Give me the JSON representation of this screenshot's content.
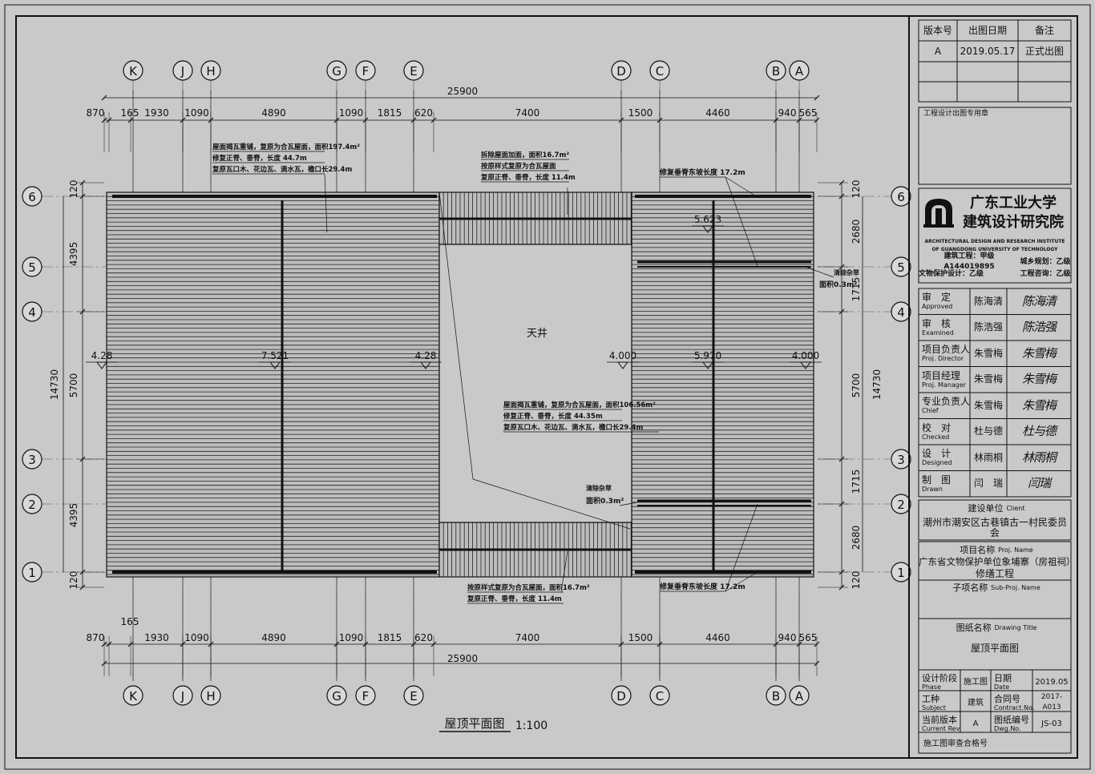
{
  "drawing": {
    "title": "屋顶平面图",
    "scale": "1:100",
    "courtyard_label": "天井",
    "axes_vertical": [
      "K",
      "J",
      "H",
      "G",
      "F",
      "E",
      "D",
      "C",
      "B",
      "A"
    ],
    "axes_horizontal": [
      "6",
      "5",
      "4",
      "3",
      "2",
      "1"
    ],
    "overall_width": "25900",
    "overall_depth": "14730",
    "dims_top": [
      "870",
      "165",
      "1930",
      "1090",
      "4890",
      "1090",
      "1815",
      "620",
      "7400",
      "1500",
      "4460",
      "940",
      "565"
    ],
    "dims_bottom": [
      "870",
      "165",
      "1930",
      "1090",
      "4890",
      "1090",
      "1815",
      "620",
      "7400",
      "1500",
      "4460",
      "940",
      "565"
    ],
    "dims_left": [
      "120",
      "4395",
      "5700",
      "4395",
      "120"
    ],
    "dims_right": [
      "120",
      "2680",
      "1715",
      "5700",
      "1715",
      "2680",
      "120"
    ],
    "elevations": [
      "4.28",
      "7.521",
      "4.28",
      "4.000",
      "5.970",
      "4.000",
      "5.623"
    ],
    "notes": {
      "left_roof": [
        "屋面揭瓦重铺，复原为合瓦屋面，面积197.4m²",
        "修复正脊、垂脊，长度 44.7m",
        "复原瓦口木、花边瓦、滴水瓦，檐口长29.4m"
      ],
      "top_corridor": [
        "拆除屋面加面，面积16.7m²",
        "按原样式复原为合瓦屋面",
        "复原正脊、垂脊，长度 11.4m"
      ],
      "right_roof": [
        "屋面揭瓦重铺，复原为合瓦屋面，面积106.56m²",
        "修复正脊、垂脊，长度 44.35m",
        "复原瓦口木、花边瓦、滴水瓦，檐口长29.4m"
      ],
      "bottom_corridor": [
        "按原样式复原为合瓦屋面，面积16.7m²",
        "复原正脊、垂脊，长度 11.4m"
      ],
      "ridge_top": "修复垂脊东坡长度 17.2m",
      "ridge_bottom": "修复垂脊东坡长度 17.2m",
      "drain_top": [
        "清除杂草",
        "面积0.3m²"
      ],
      "drain_bottom": [
        "清除杂草",
        "面积0.3m²"
      ]
    }
  },
  "title_block": {
    "revision_headers": [
      "版本号",
      "出图日期",
      "备注"
    ],
    "revision_row": [
      "A",
      "2019.05.17",
      "正式出图"
    ],
    "stamp_label": "工程设计出图专用章",
    "institute_cn_1": "广东工业大学",
    "institute_cn_2": "建筑设计研究院",
    "institute_en_1": "ARCHITECTURAL DESIGN AND RESEARCH  INSTITUTE",
    "institute_en_2": "OF GUANGDONG UNIVERSITY OF TECHNOLOGY",
    "qual_1a": "建筑工程：甲级A144019895",
    "qual_1b": "城乡规划：乙级",
    "qual_2a": "文物保护设计：乙级",
    "qual_2b": "工程咨询：乙级",
    "signers": [
      {
        "cn": "审　定",
        "en": "Approved",
        "name": "陈海清",
        "sig": "陈海清"
      },
      {
        "cn": "审　核",
        "en": "Examined",
        "name": "陈浩强",
        "sig": "陈浩强"
      },
      {
        "cn": "项目负责人",
        "en": "Proj. Director",
        "name": "朱雪梅",
        "sig": "朱雪梅"
      },
      {
        "cn": "项目经理",
        "en": "Proj. Manager",
        "name": "朱雪梅",
        "sig": "朱雪梅"
      },
      {
        "cn": "专业负责人",
        "en": "Chief",
        "name": "朱雪梅",
        "sig": "朱雪梅"
      },
      {
        "cn": "校　对",
        "en": "Checked",
        "name": "杜与德",
        "sig": "杜与德"
      },
      {
        "cn": "设　计",
        "en": "Designed",
        "name": "林雨桐",
        "sig": "林雨桐"
      },
      {
        "cn": "制　图",
        "en": "Drawn",
        "name": "闫　瑞",
        "sig": "闫瑞"
      }
    ],
    "client_label_cn": "建设单位",
    "client_label_en": "Client",
    "client_value": "潮州市潮安区古巷镇古一村民委员会",
    "project_label_cn": "项目名称",
    "project_label_en": "Proj. Name",
    "project_value_1": "广东省文物保护单位象埔寨（房祖祠）",
    "project_value_2": "修缮工程",
    "subproj_label_cn": "子项名称",
    "subproj_label_en": "Sub-Proj. Name",
    "drawing_title_label_cn": "图纸名称",
    "drawing_title_label_en": "Drawing Title",
    "drawing_title_value": "屋顶平面图",
    "phase_label_cn": "设计阶段",
    "phase_label_en": "Phase",
    "phase_value": "施工图",
    "date_label_cn": "日期",
    "date_label_en": "Date",
    "date_value": "2019.05",
    "subject_label_cn": "工种",
    "subject_label_en": "Subject",
    "subject_value": "建筑",
    "contract_label_cn": "合同号",
    "contract_label_en": "Contract.No.",
    "contract_value": "2017-A013",
    "rev_label_cn": "当前版本",
    "rev_label_en": "Current  Rev",
    "rev_value": "A",
    "dwg_label_cn": "图纸编号",
    "dwg_label_en": "Dwg.No.",
    "dwg_value": "JS-03",
    "review_label": "施工图审查合格号"
  }
}
